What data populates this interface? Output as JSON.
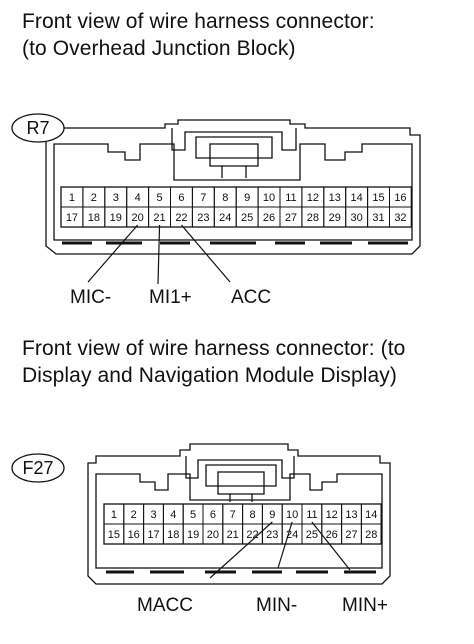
{
  "connectors": [
    {
      "caption_lines": [
        "Front view of wire harness connector:",
        "(to Overhead Junction Block)"
      ],
      "code": "R7",
      "pins_top": [
        "1",
        "2",
        "3",
        "4",
        "5",
        "6",
        "7",
        "8",
        "9",
        "10",
        "11",
        "12",
        "13",
        "14",
        "15",
        "16"
      ],
      "pins_bottom": [
        "17",
        "18",
        "19",
        "20",
        "21",
        "22",
        "23",
        "24",
        "25",
        "26",
        "27",
        "28",
        "29",
        "30",
        "31",
        "32"
      ],
      "callouts": [
        {
          "label": "MIC-",
          "pin": "20"
        },
        {
          "label": "MI1+",
          "pin": "21"
        },
        {
          "label": "ACC",
          "pin": "22"
        }
      ]
    },
    {
      "caption_lines": [
        "Front view of wire harness connector: (to",
        "Display and Navigation Module Display)"
      ],
      "code": "F27",
      "pins_top": [
        "1",
        "2",
        "3",
        "4",
        "5",
        "6",
        "7",
        "8",
        "9",
        "10",
        "11",
        "12",
        "13",
        "14"
      ],
      "pins_bottom": [
        "15",
        "16",
        "17",
        "18",
        "19",
        "20",
        "21",
        "22",
        "23",
        "24",
        "25",
        "26",
        "27",
        "28"
      ],
      "callouts": [
        {
          "label": "MACC",
          "pin": "9"
        },
        {
          "label": "MIN-",
          "pin": "10"
        },
        {
          "label": "MIN+",
          "pin": "11"
        }
      ]
    }
  ]
}
